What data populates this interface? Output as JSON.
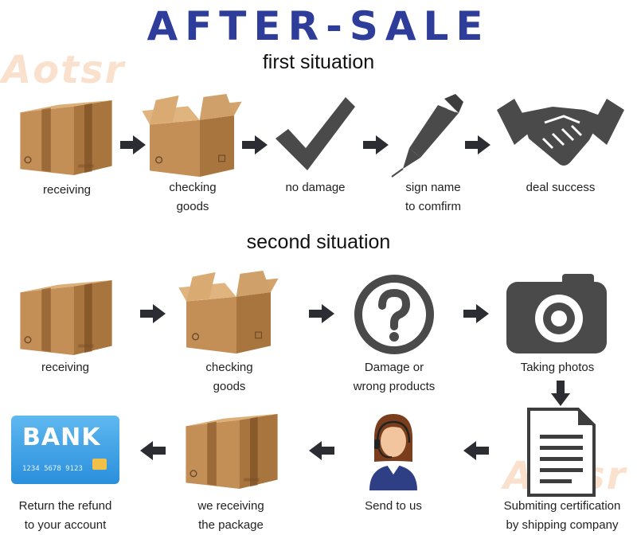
{
  "title": "AFTER-SALE",
  "watermark": "Aotsr",
  "first": {
    "heading": "first situation",
    "steps": [
      {
        "icon": "closed-box-icon",
        "lines": [
          "receiving"
        ]
      },
      {
        "icon": "open-box-icon",
        "lines": [
          "checking",
          "goods"
        ]
      },
      {
        "icon": "check-mark-icon",
        "lines": [
          "no damage"
        ]
      },
      {
        "icon": "pen-icon",
        "lines": [
          "sign name",
          "to comfirm"
        ]
      },
      {
        "icon": "handshake-icon",
        "lines": [
          "deal success"
        ]
      }
    ]
  },
  "second": {
    "heading": "second situation",
    "row1": [
      {
        "icon": "closed-box-icon",
        "lines": [
          "receiving"
        ]
      },
      {
        "icon": "open-box-icon",
        "lines": [
          "checking",
          "goods"
        ]
      },
      {
        "icon": "question-icon",
        "lines": [
          "Damage or",
          "wrong products"
        ]
      },
      {
        "icon": "camera-icon",
        "lines": [
          "Taking photos"
        ]
      }
    ],
    "row2": [
      {
        "icon": "bank-card-icon",
        "lines": [
          "Return the refund",
          "to your account"
        ]
      },
      {
        "icon": "closed-box-icon",
        "lines": [
          "we receiving",
          "the package"
        ]
      },
      {
        "icon": "support-agent-icon",
        "lines": [
          "Send to us"
        ]
      },
      {
        "icon": "document-icon",
        "lines": [
          "Submiting certification",
          "by shipping company"
        ]
      }
    ]
  },
  "bank_card": {
    "brand": "BANK",
    "number": "1234  5678  9123"
  },
  "colors": {
    "title": "#2e3d9a",
    "arrow": "#2b2d33",
    "icon_gray": "#4a4a4a",
    "box": "#c99a63",
    "card": "#3aa0e6"
  }
}
